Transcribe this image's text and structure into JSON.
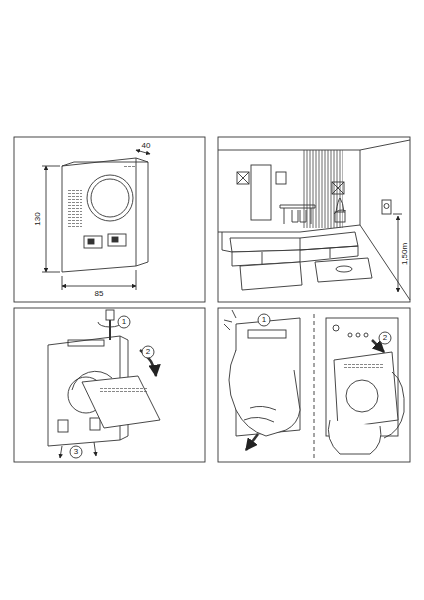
{
  "diagram": {
    "labels": [
      "130",
      "40",
      "85",
      "1,50m",
      "1",
      "2",
      "3",
      "1",
      "2"
    ]
  }
}
